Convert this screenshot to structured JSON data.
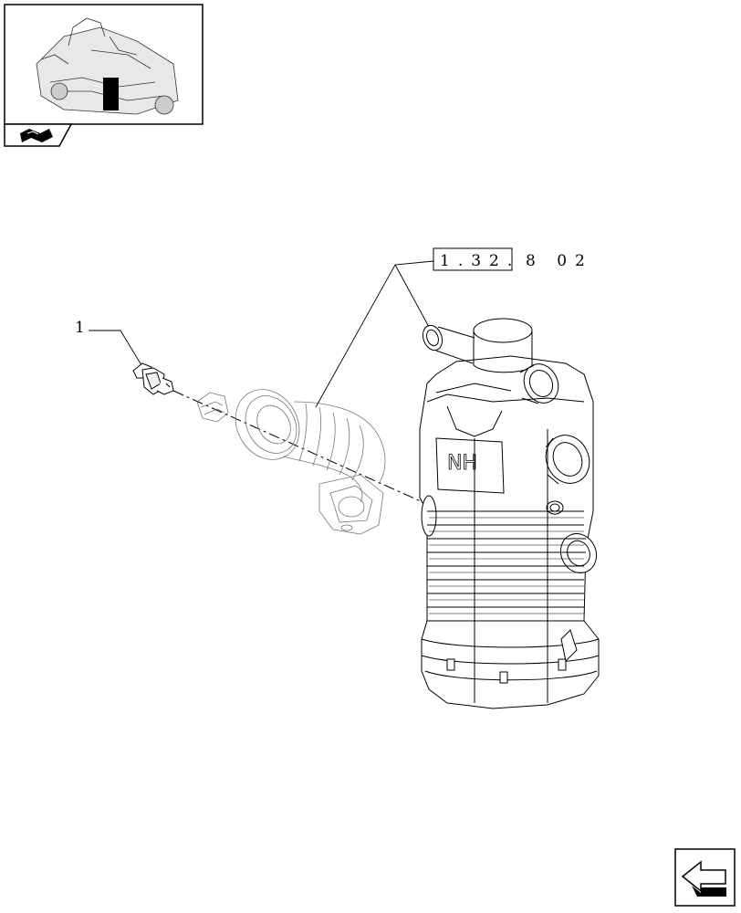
{
  "diagram": {
    "part_callouts": [
      {
        "label": "1"
      }
    ],
    "reference": {
      "boxed": "1.32.",
      "rest": "8 02"
    }
  },
  "icons": {
    "thumbnail": "tractor-overview-thumbnail",
    "thumbnail_tab": "book-pages-icon",
    "nav": "next-page-arrow-icon"
  },
  "colors": {
    "line": "#000000",
    "background": "#ffffff",
    "thumbnail_highlight": "#000000"
  }
}
